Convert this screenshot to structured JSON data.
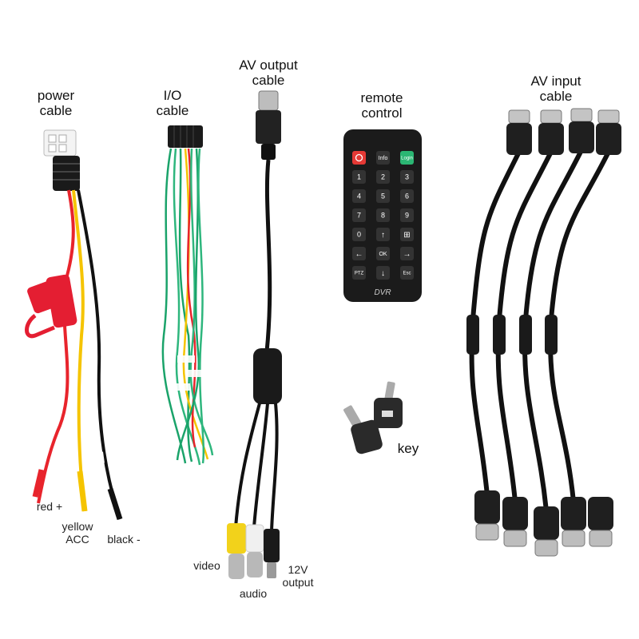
{
  "labels": {
    "power_cable": [
      "power",
      "cable"
    ],
    "io_cable": [
      "I/O",
      "cable"
    ],
    "av_output_cable": [
      "AV output",
      "cable"
    ],
    "remote_control": [
      "remote",
      "control"
    ],
    "av_input_cable": [
      "AV input",
      "cable"
    ],
    "key": "key",
    "red": "red +",
    "yellow_acc": [
      "yellow",
      "ACC"
    ],
    "black": "black -",
    "video": "video",
    "audio": "audio",
    "output_12v": [
      "12V",
      "output"
    ]
  },
  "remote": {
    "brand": "DVR",
    "top_buttons": [
      "",
      "Info",
      "Login"
    ],
    "digits": [
      "1",
      "2",
      "3",
      "4",
      "5",
      "6",
      "7",
      "8",
      "9",
      "0"
    ],
    "nav": {
      "up": "↑",
      "down": "↓",
      "left": "←",
      "right": "→",
      "ok": "OK",
      "grid": "⊞"
    },
    "bottom_buttons": [
      "PTZ",
      "Esc"
    ]
  },
  "colors": {
    "red_wire": "#e8242c",
    "yellow_wire": "#f5c400",
    "black_wire": "#111111",
    "green_wire": "#1aa36a",
    "fuse_red": "#e41e32",
    "rca_yellow": "#f2d21b",
    "rca_white": "#f0f0f0",
    "remote_body": "#1b1b1b",
    "remote_red_btn": "#e53935",
    "remote_green_btn": "#2bb673"
  }
}
